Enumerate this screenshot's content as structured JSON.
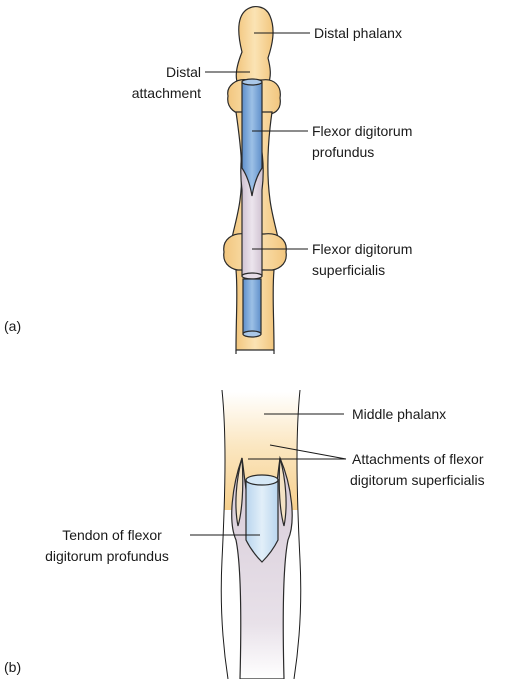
{
  "panel_a": {
    "tag": "(a)",
    "labels": {
      "distal_phalanx": "Distal phalanx",
      "distal_attachment_line1": "Distal",
      "distal_attachment_line2": "attachment",
      "fdp_line1": "Flexor digitorum",
      "fdp_line2": "profundus",
      "fds_line1": "Flexor digitorum",
      "fds_line2": "superficialis"
    }
  },
  "panel_b": {
    "tag": "(b)",
    "labels": {
      "middle_phalanx": "Middle phalanx",
      "attachments_line1": "Attachments of flexor",
      "attachments_line2": "digitorum superficialis",
      "tendon_line1": "Tendon of flexor",
      "tendon_line2": "digitorum profundus"
    }
  },
  "colors": {
    "bone": "#f6d08f",
    "bone_light": "#fbe7c2",
    "fdp_tendon": "#7ea7d8",
    "fdp_tendon_light": "#cfe3f3",
    "fds_tendon": "#d9ccd9",
    "outline": "#2a2a2a"
  }
}
